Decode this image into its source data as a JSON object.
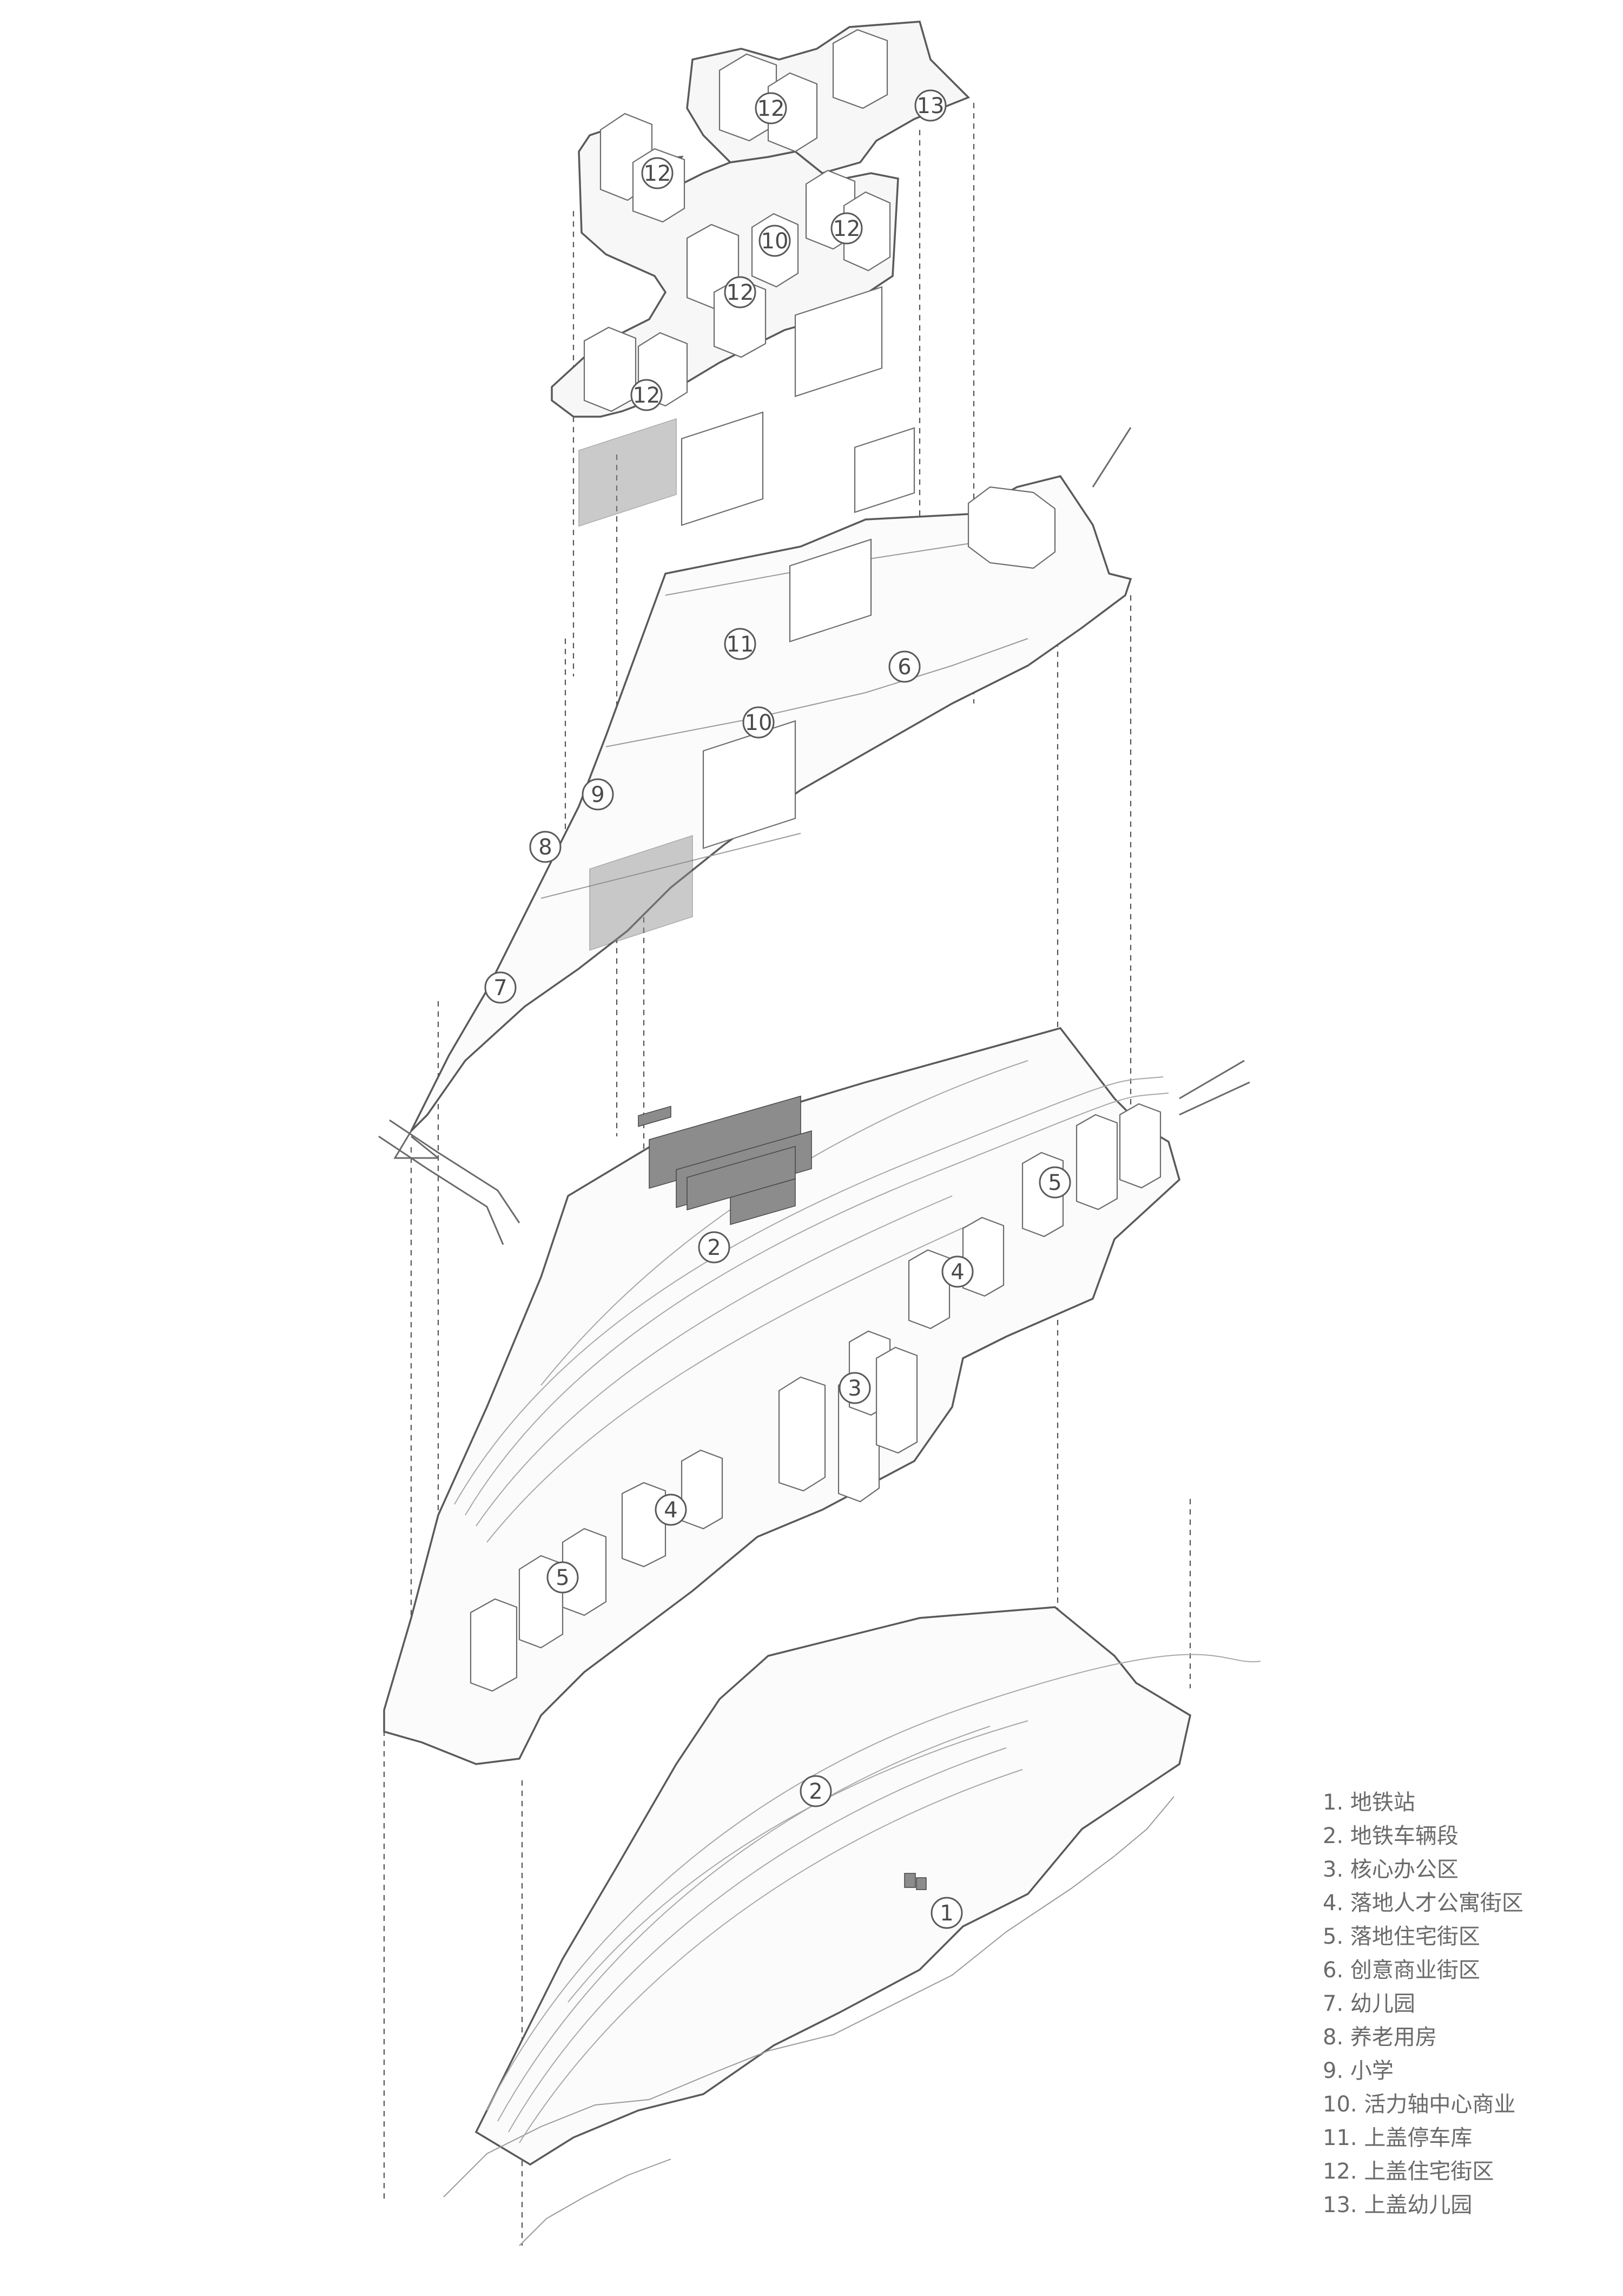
{
  "markers": {
    "m1": "1",
    "m2a": "2",
    "m2b": "2",
    "m3": "3",
    "m4a": "4",
    "m4b": "4",
    "m5a": "5",
    "m5b": "5",
    "m6": "6",
    "m7": "7",
    "m8": "8",
    "m9": "9",
    "m10a": "10",
    "m10b": "10",
    "m11": "11",
    "m12a": "12",
    "m12b": "12",
    "m12c": "12",
    "m12d": "12",
    "m12e": "12",
    "m13": "13"
  },
  "legend": [
    "1.  地铁站",
    "2. 地铁车辆段",
    "3. 核心办公区",
    "4. 落地人才公寓街区",
    "5. 落地住宅街区",
    "6. 创意商业街区",
    "7. 幼儿园",
    "8. 养老用房",
    "9. 小学",
    "10.  活力轴中心商业",
    "11.  上盖停车库",
    "12. 上盖住宅街区",
    "13. 上盖幼儿园"
  ]
}
